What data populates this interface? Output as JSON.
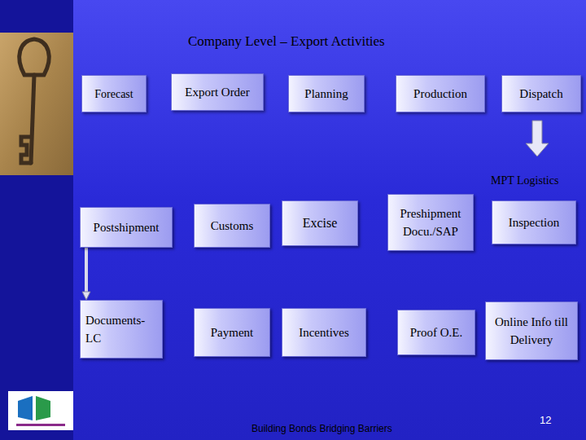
{
  "diagram": {
    "title": "Company Level – Export Activities",
    "nodes": [
      {
        "text": [
          "Forecast"
        ]
      },
      {
        "text": [
          "Export Order"
        ]
      },
      {
        "text": [
          "Planning"
        ]
      },
      {
        "text": [
          "Production"
        ]
      },
      {
        "text": [
          "Dispatch"
        ]
      },
      {
        "text": [
          "Postshipment"
        ]
      },
      {
        "text": [
          "Customs"
        ]
      },
      {
        "text": [
          "Excise"
        ]
      },
      {
        "text": [
          "Preshipment Docu./SAP"
        ]
      },
      {
        "text": [
          "Inspection"
        ]
      },
      {
        "text": [
          "Documents- LC"
        ]
      },
      {
        "text": [
          "Payment"
        ]
      },
      {
        "text": [
          "Incentives"
        ]
      },
      {
        "text": [
          "Proof O.E."
        ]
      },
      {
        "text": [
          "Online Info till Delivery"
        ]
      }
    ],
    "edges": [
      {
        "from": 5,
        "to": 10,
        "arrow": "to"
      }
    ],
    "labels": [
      "MPT Logistics",
      "Building Bonds Bridging Barriers",
      "12"
    ]
  }
}
